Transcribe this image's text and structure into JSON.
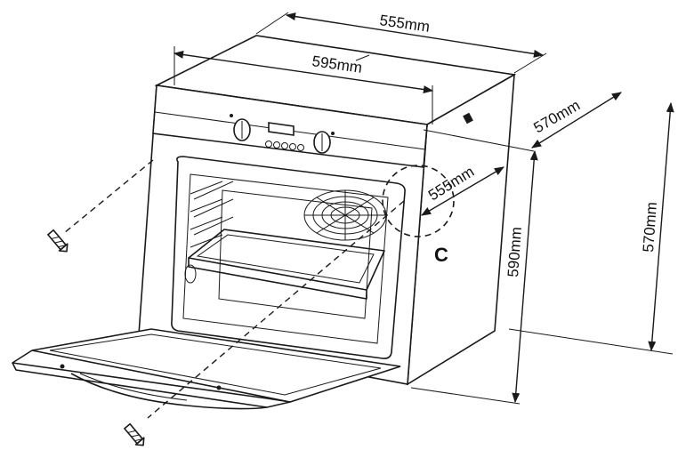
{
  "dimensions": {
    "top_depth": "555mm",
    "front_width": "595mm",
    "side_depth": "570mm",
    "inner_width": "555mm",
    "front_height": "590mm",
    "niche_height": "570mm"
  },
  "callout": {
    "label": "C"
  },
  "colors": {
    "line": "#1a1a1a",
    "background": "#ffffff"
  }
}
